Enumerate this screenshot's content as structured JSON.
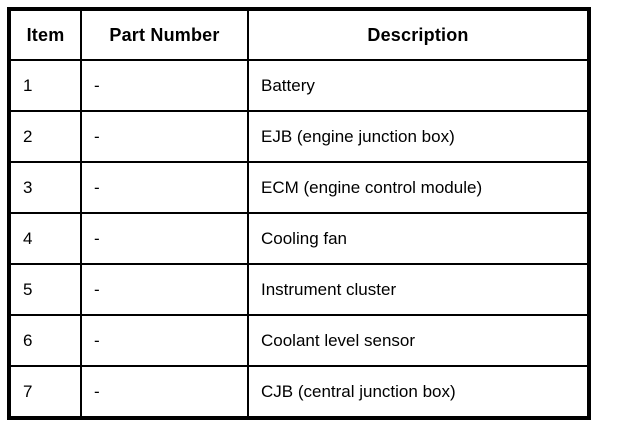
{
  "table": {
    "columns": [
      "Item",
      "Part Number",
      "Description"
    ],
    "rows": [
      {
        "item": "1",
        "part_number": "-",
        "description": "Battery"
      },
      {
        "item": "2",
        "part_number": "-",
        "description": "EJB (engine junction box)"
      },
      {
        "item": "3",
        "part_number": "-",
        "description": "ECM (engine control module)"
      },
      {
        "item": "4",
        "part_number": "-",
        "description": "Cooling fan"
      },
      {
        "item": "5",
        "part_number": "-",
        "description": "Instrument cluster"
      },
      {
        "item": "6",
        "part_number": "-",
        "description": "Coolant level sensor"
      },
      {
        "item": "7",
        "part_number": "-",
        "description": "CJB (central junction box)"
      }
    ],
    "colors": {
      "border": "#000000",
      "background": "#ffffff",
      "text": "#000000"
    }
  }
}
